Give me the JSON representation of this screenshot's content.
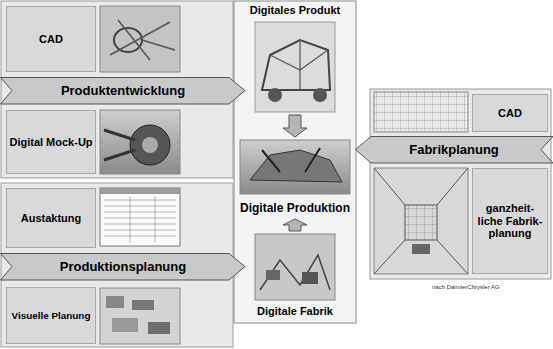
{
  "diagram": {
    "caption": "nach DaimlerChrysler AG",
    "nodes": [
      {
        "text": [
          "CAD"
        ]
      },
      {
        "text": [
          "Produktentwicklung"
        ]
      },
      {
        "text": [
          "Digital Mock-Up"
        ]
      },
      {
        "text": [
          "Austaktung"
        ]
      },
      {
        "text": [
          "Produktionsplanung"
        ]
      },
      {
        "text": [
          "Visuelle Planung"
        ]
      },
      {
        "text": [
          "Digitales Produkt"
        ]
      },
      {
        "text": [
          "Digitale Produktion"
        ]
      },
      {
        "text": [
          "Digitale Fabrik"
        ]
      },
      {
        "text": [
          "CAD"
        ]
      },
      {
        "text": [
          "Fabrikplanung"
        ]
      },
      {
        "text": [
          "ganzheit- liche Fabrik- planung"
        ]
      }
    ],
    "edges": [
      {
        "from": 6,
        "to": 7,
        "arrow": "to"
      },
      {
        "from": 8,
        "to": 7,
        "arrow": "to"
      }
    ]
  }
}
